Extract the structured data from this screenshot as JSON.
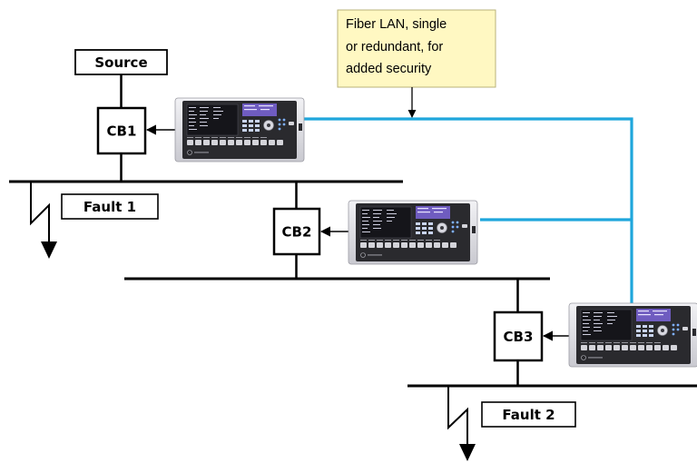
{
  "labels": {
    "source": "Source",
    "cb1": "CB1",
    "cb2": "CB2",
    "cb3": "CB3",
    "fault1": "Fault 1",
    "fault2": "Fault 2"
  },
  "callout": {
    "lines": [
      "Fiber LAN, single",
      "or redundant, for",
      "added security"
    ]
  },
  "colors": {
    "fiber": "#1fa6dc",
    "bus": "#000000",
    "callout_fill": "#fff8c2",
    "callout_border": "#b8b27a",
    "ied_face": "#2a2a2e",
    "ied_body": "#e6e6ea",
    "ied_screen": "#1a1a1f",
    "ied_accent": "#7c68c8"
  },
  "icons": {
    "relay": "protection-relay-icon",
    "fault": "lightning-fault-icon"
  }
}
